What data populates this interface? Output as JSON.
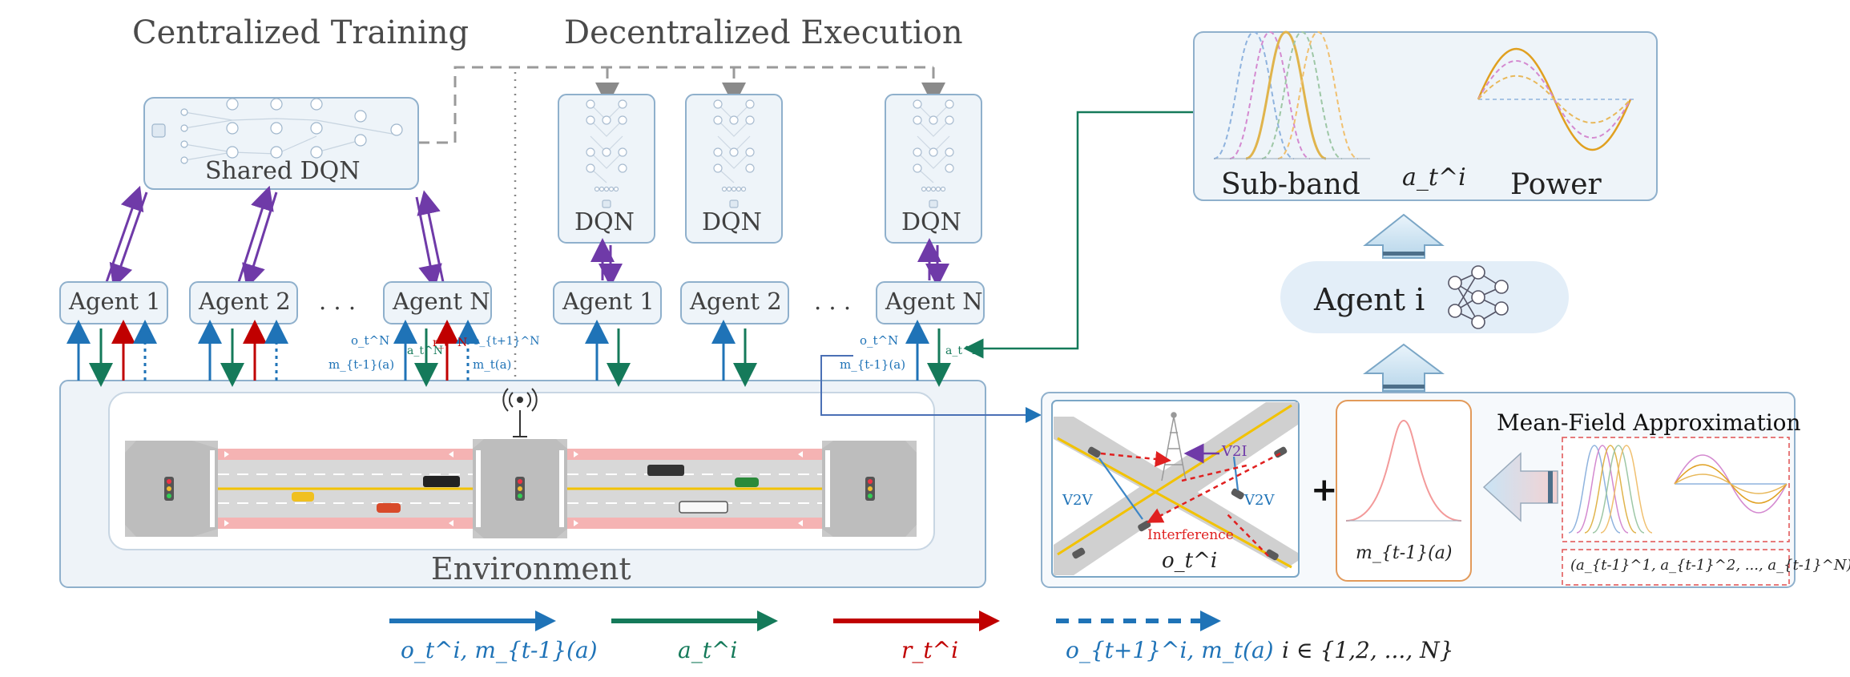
{
  "titles": {
    "centralized": "Centralized Training",
    "decentralized": "Decentralized Execution"
  },
  "shared_dqn": {
    "label": "Shared DQN"
  },
  "dqn_label": "DQN",
  "left_agents": [
    "Agent 1",
    "Agent 2",
    "Agent N"
  ],
  "right_agents": [
    "Agent 1",
    "Agent 2",
    "Agent N"
  ],
  "ellipsis": ". . .",
  "environment": {
    "label": "Environment"
  },
  "annotations": {
    "left": {
      "obs": "o_t^N",
      "mean": "m_{t-1}(a)",
      "action": "a_t^N",
      "reward": "r_t^N",
      "next_obs": "o_{t+1}^N",
      "next_mean": "m_t(a)"
    },
    "right": {
      "obs": "o_t^N",
      "mean": "m_{t-1}(a)",
      "action": "a_t^N"
    }
  },
  "action_panel": {
    "subband": "Sub-band",
    "power": "Power",
    "action": "a_t^i"
  },
  "agent_i": {
    "label": "Agent i"
  },
  "observation_panel": {
    "v2i": "V2I",
    "v2v_left": "V2V",
    "v2v_right": "V2V",
    "interference": "Interference",
    "obs": "o_t^i",
    "plus": "+",
    "mean": "m_{t-1}(a)",
    "mfa_title": "Mean-Field Approximation",
    "mfa_actions": "(a_{t-1}^1, a_{t-1}^2, ..., a_{t-1}^N)"
  },
  "legend": {
    "items": [
      {
        "label": "o_t^i, m_{t-1}(a)",
        "color": "#1f73b7",
        "style": "solid"
      },
      {
        "label": "a_t^i",
        "color": "#157a5a",
        "style": "solid"
      },
      {
        "label": "r_t^i",
        "color": "#c00000",
        "style": "solid"
      },
      {
        "label": "o_{t+1}^i, m_t(a)",
        "color": "#1f73b7",
        "style": "dashed"
      }
    ],
    "index_set": "i ∈ {1,2, ..., N}"
  },
  "colors": {
    "obs": "#1f73b7",
    "action": "#157a5a",
    "reward": "#c00000",
    "train": "#6f3aa8",
    "panel_border": "#8fb0cc",
    "panel_fill": "#f4f7fa",
    "road": "#f0a8a8",
    "subband": [
      "#e0b44c",
      "#8fb3de",
      "#d48ad0",
      "#9ec7a6",
      "#f0c070"
    ],
    "power": "#e0a020"
  },
  "icons": [
    "network-icon",
    "antenna-icon",
    "traffic-light-icon",
    "car-icon",
    "tower-icon"
  ]
}
